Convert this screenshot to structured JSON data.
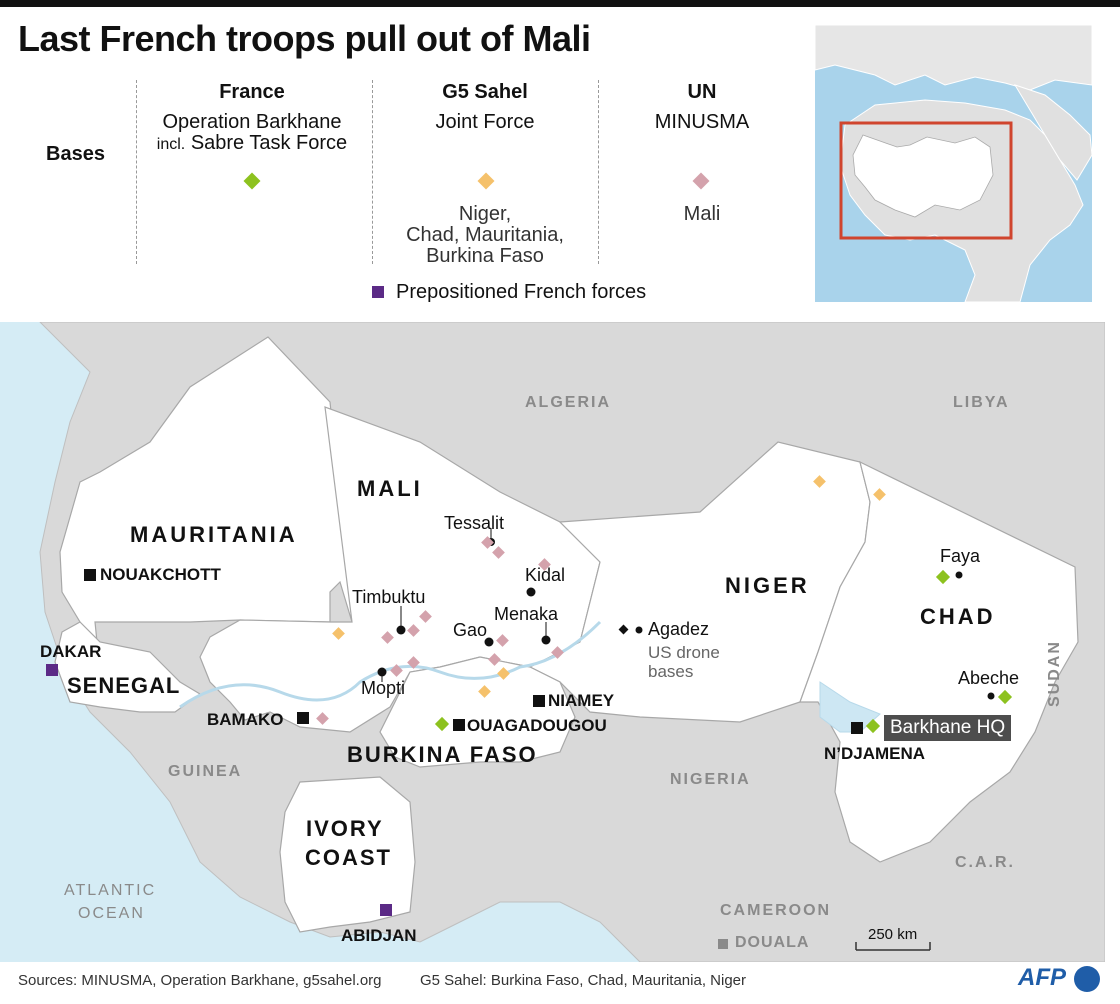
{
  "title": "Last French troops pull out of Mali",
  "legend": {
    "bases_label": "Bases",
    "france": {
      "header": "France",
      "line1": "Operation Barkhane",
      "line2_prefix": "incl.",
      "line2_rest": "Sabre Task Force",
      "color": "#8dc21f"
    },
    "g5": {
      "header": "G5 Sahel",
      "line1": "Joint Force",
      "countries": [
        "Niger,",
        "Chad, Mauritania,",
        "Burkina Faso"
      ],
      "color": "#f5c16b"
    },
    "un": {
      "header": "UN",
      "line1": "MINUSMA",
      "countries": "Mali",
      "color": "#d4a2ac"
    },
    "prepositioned": {
      "label": "Prepositioned French forces",
      "color": "#5b2a86"
    }
  },
  "map": {
    "countries_focus": [
      "MAURITANIA",
      "MALI",
      "NIGER",
      "CHAD",
      "SENEGAL",
      "BURKINA FASO",
      "IVORY",
      "COAST"
    ],
    "countries_other": [
      "ALGERIA",
      "LIBYA",
      "SUDAN",
      "NIGERIA",
      "GUINEA",
      "CAMEROON",
      "C.A.R."
    ],
    "ocean": [
      "ATLANTIC",
      "OCEAN"
    ],
    "cities": [
      "NOUAKCHOTT",
      "DAKAR",
      "BAMAKO",
      "OUAGADOUGOU",
      "NIAMEY",
      "N’DJAMENA",
      "ABIDJAN",
      "DOUALA"
    ],
    "towns": [
      "Tessalit",
      "Kidal",
      "Timbuktu",
      "Gao",
      "Menaka",
      "Mopti",
      "Agadez",
      "Faya",
      "Abeche"
    ],
    "drone_note": [
      "US drone",
      "bases"
    ],
    "hq_label": "Barkhane HQ",
    "scale": "250 km"
  },
  "footer": {
    "sources": "Sources: MINUSMA, Operation Barkhane, g5sahel.org",
    "g5_note": "G5 Sahel: Burkina Faso, Chad, Mauritania, Niger",
    "logo": "AFP"
  },
  "colors": {
    "land_focus": "#ffffff",
    "land_other": "#d9d9d9",
    "border": "#a8a8a8",
    "water": "#d5ecf5",
    "hq_box": "#4d4d4d"
  }
}
